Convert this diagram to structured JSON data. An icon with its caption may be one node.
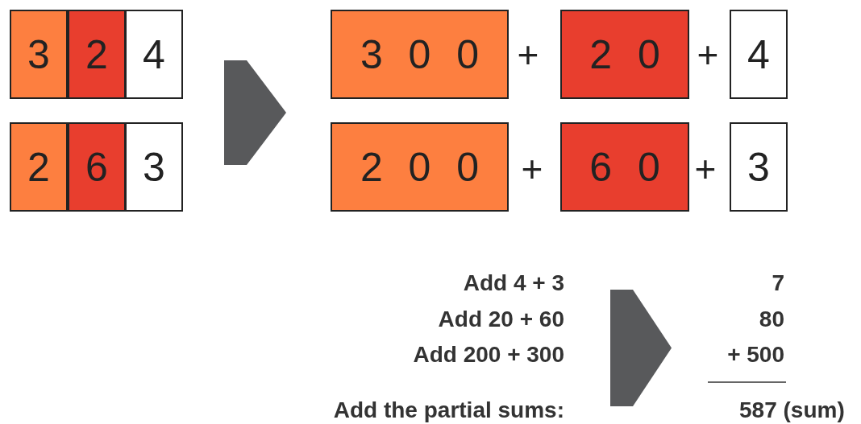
{
  "diagram": {
    "nodes": [
      {
        "text": [
          "3"
        ]
      },
      {
        "text": [
          "2"
        ]
      },
      {
        "text": [
          "4"
        ]
      },
      {
        "text": [
          "2"
        ]
      },
      {
        "text": [
          "6"
        ]
      },
      {
        "text": [
          "3"
        ]
      },
      {
        "text": [
          "3 0 0"
        ]
      },
      {
        "text": [
          "2 0"
        ]
      },
      {
        "text": [
          "4"
        ]
      },
      {
        "text": [
          "2 0 0"
        ]
      },
      {
        "text": [
          "6 0"
        ]
      },
      {
        "text": [
          "3"
        ]
      }
    ],
    "labels": [
      "+",
      "+",
      "+",
      "+",
      "Add 4 + 3",
      "7",
      "Add 20 + 60",
      "80",
      "Add 200 + 300",
      "+ 500",
      "Add the partial sums:",
      "587 (sum)"
    ]
  }
}
